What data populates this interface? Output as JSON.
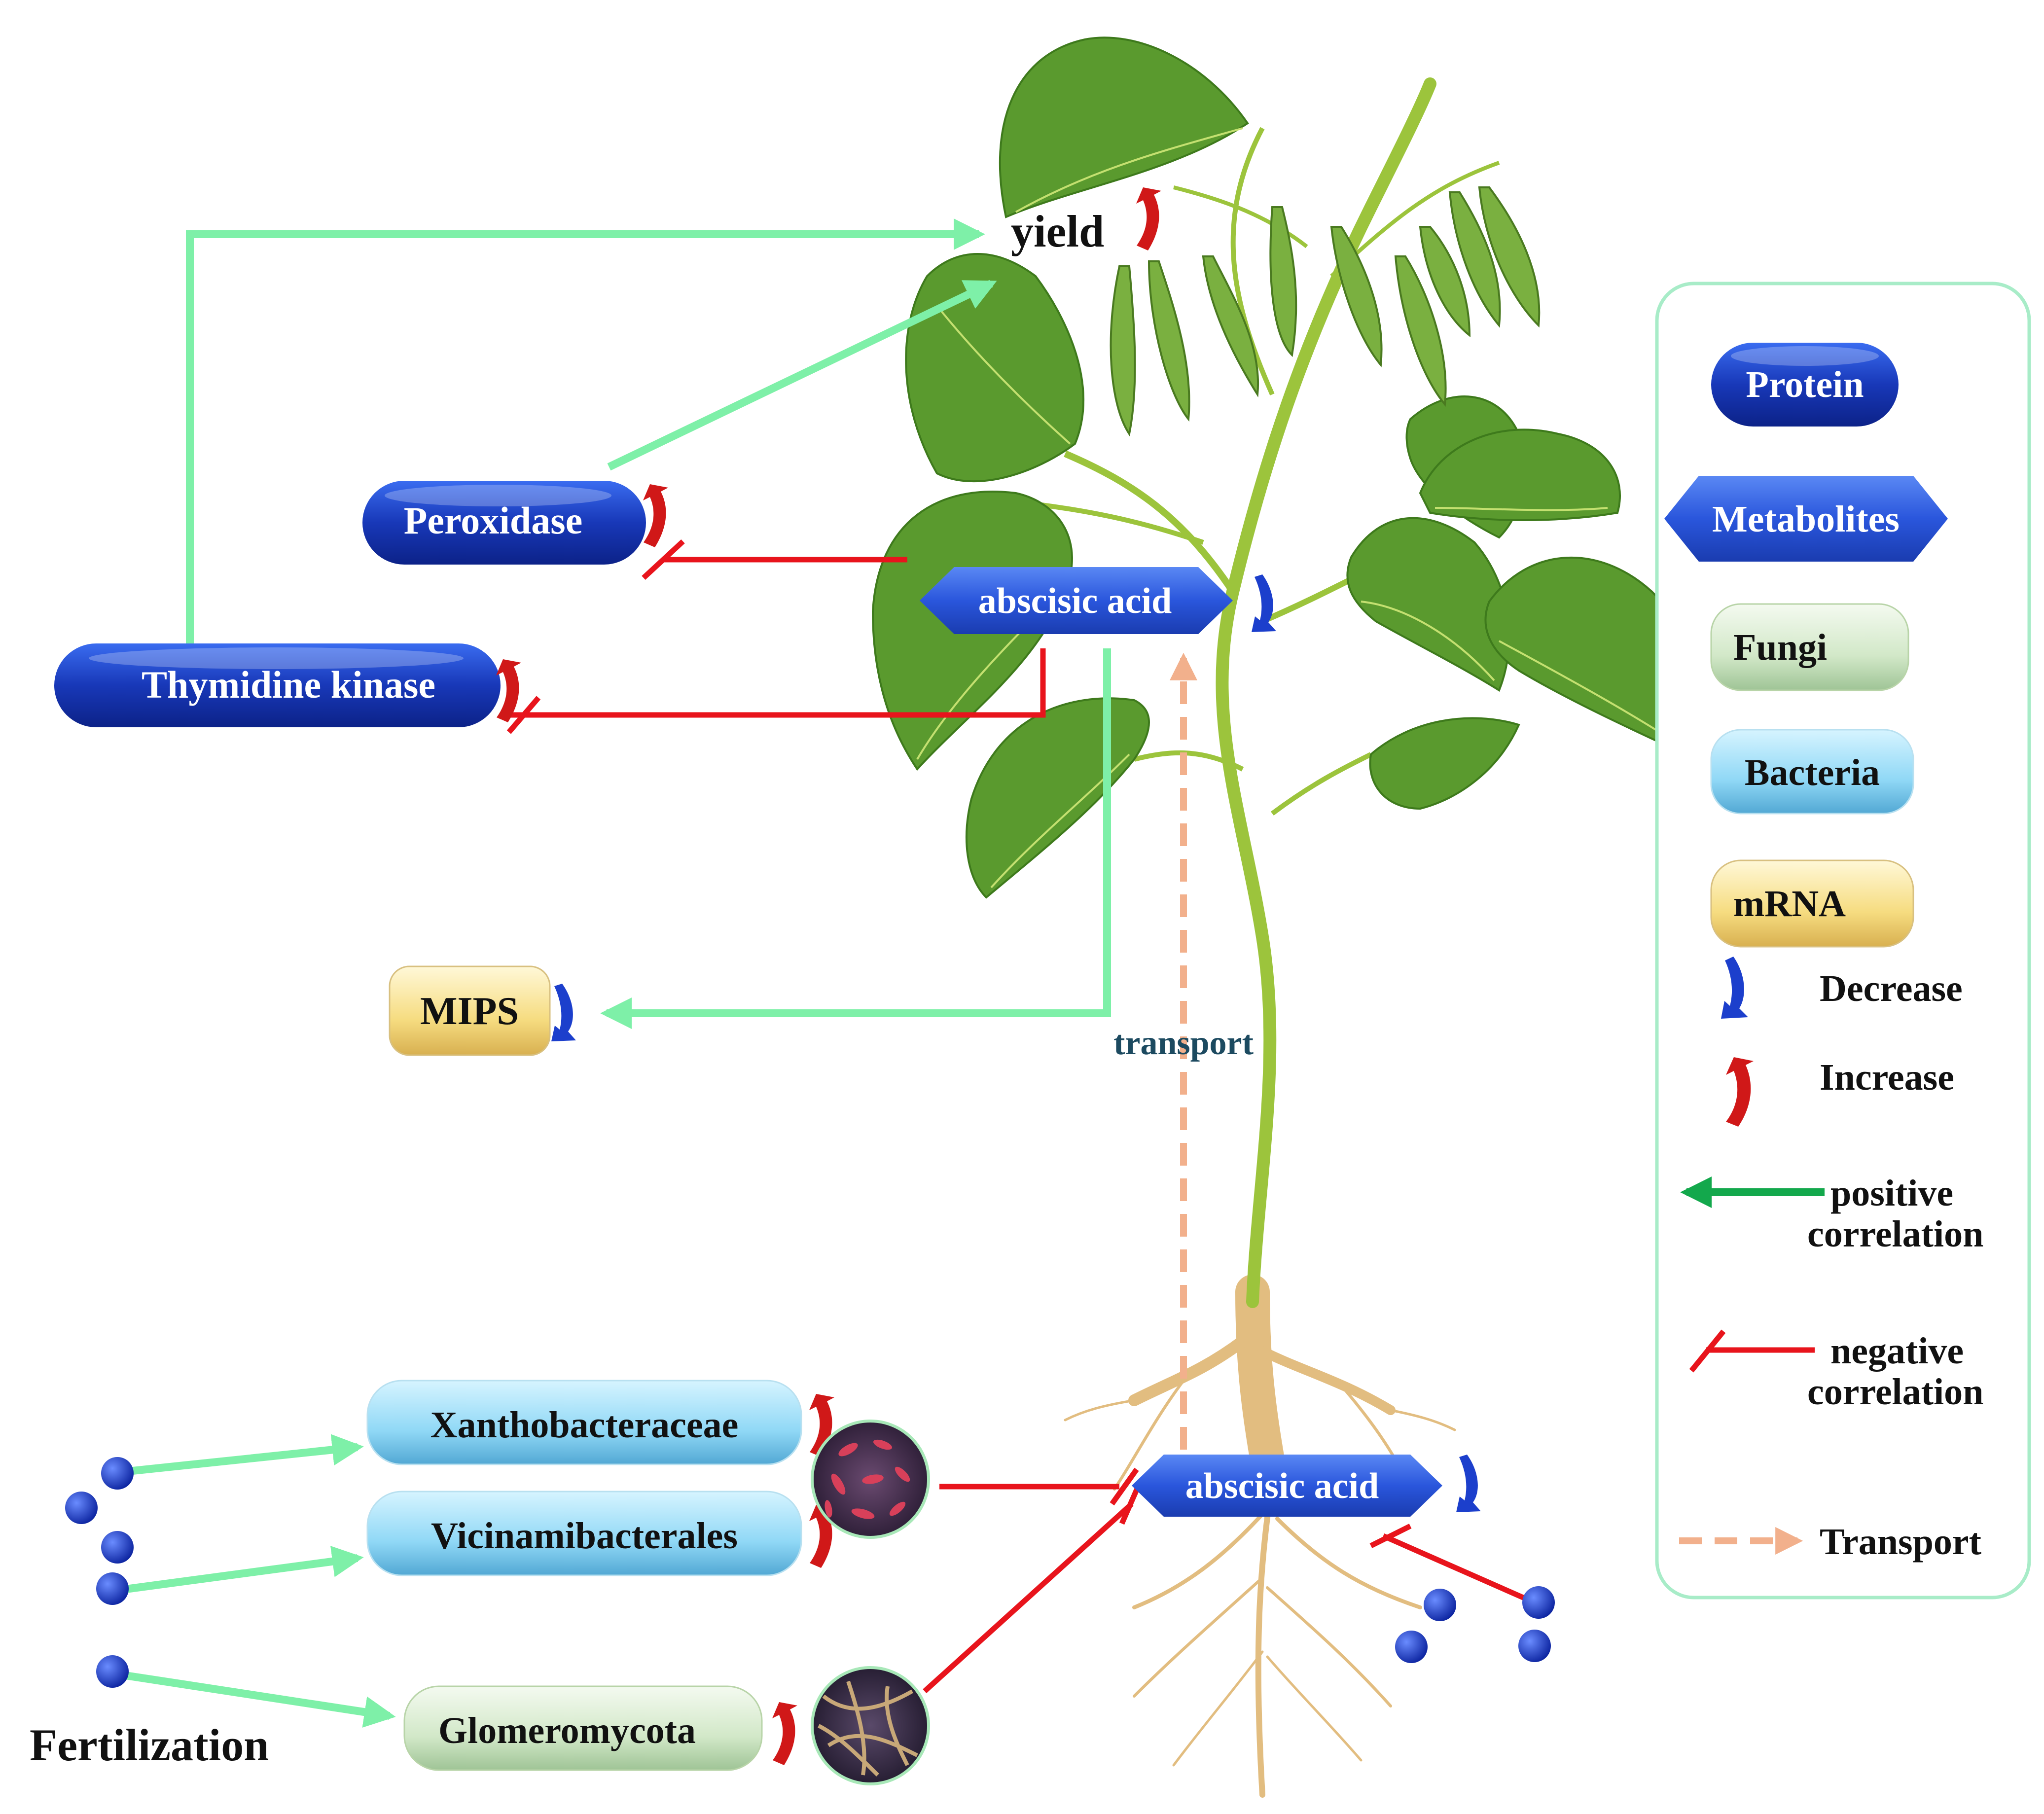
{
  "labels": {
    "yield": "yield",
    "peroxidase": "Peroxidase",
    "thymidine_kinase": "Thymidine kinase",
    "abscisic_acid_top": "abscisic acid",
    "abscisic_acid_root": "abscisic acid",
    "mips": "MIPS",
    "transport": "transport",
    "xanthobacteraceae": "Xanthobacteraceae",
    "vicinamibacterales": "Vicinamibacterales",
    "glomeromycota": "Glomeromycota",
    "fertilization": "Fertilization"
  },
  "legend": {
    "protein": "Protein",
    "metabolites": "Metabolites",
    "fungi": "Fungi",
    "bacteria": "Bacteria",
    "mrna": "mRNA",
    "decrease": "Decrease",
    "increase": "Increase",
    "positive_1": "positive",
    "positive_2": "correlation",
    "negative_1": "negative",
    "negative_2": "correlation",
    "transport": "Transport"
  },
  "colors": {
    "positive_arrow": "#7ef0a8",
    "legend_positive": "#13a84c",
    "negative_line": "#e8141c",
    "transport_arrow": "#f2b08c",
    "protein": "#1a3fbf",
    "metabolite": "#2e5ee0",
    "fungi": "#cfe6c4",
    "bacteria": "#8fd8f4",
    "mrna": "#f6dc80",
    "increase": "#d01818",
    "decrease": "#1c3fcc",
    "transport_text": "#1c4a60",
    "legend_border": "#a8ecc8",
    "fertilizer_dot": "#1c3fd0",
    "leaf": "#5a9a2e",
    "stem": "#9cc43c",
    "root": "#e2bd80"
  }
}
